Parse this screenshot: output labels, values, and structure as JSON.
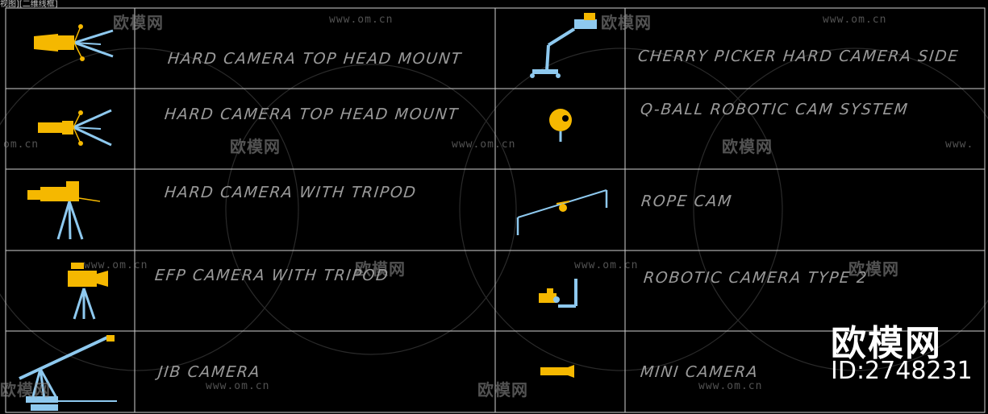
{
  "header": {
    "caption": "视图][二维线框]"
  },
  "table": {
    "rows": [
      {
        "left_label": "HARD CAMERA TOP HEAD MOUNT",
        "right_label": "CHERRY PICKER HARD CAMERA SIDE"
      },
      {
        "left_label": "HARD CAMERA TOP HEAD MOUNT",
        "right_label": "Q-BALL ROBOTIC CAM SYSTEM"
      },
      {
        "left_label": "HARD CAMERA WITH TRIPOD",
        "right_label": "ROPE CAM"
      },
      {
        "left_label": "EFP CAMERA WITH TRIPOD",
        "right_label": "ROBOTIC CAMERA TYPE 2"
      },
      {
        "left_label": "JIB CAMERA",
        "right_label": "MINI CAMERA"
      }
    ]
  },
  "watermarks": {
    "cn": "欧模网",
    "url": "www.om.cn",
    "url_partial_left": "om.cn",
    "url_partial_right": "www."
  },
  "brand": {
    "name": "欧模网",
    "id": "ID:2748231"
  },
  "colors": {
    "camera": "#f5b800",
    "support": "#8ec9ef",
    "grid": "#cfcfcf",
    "label": "#9a9a9a"
  }
}
